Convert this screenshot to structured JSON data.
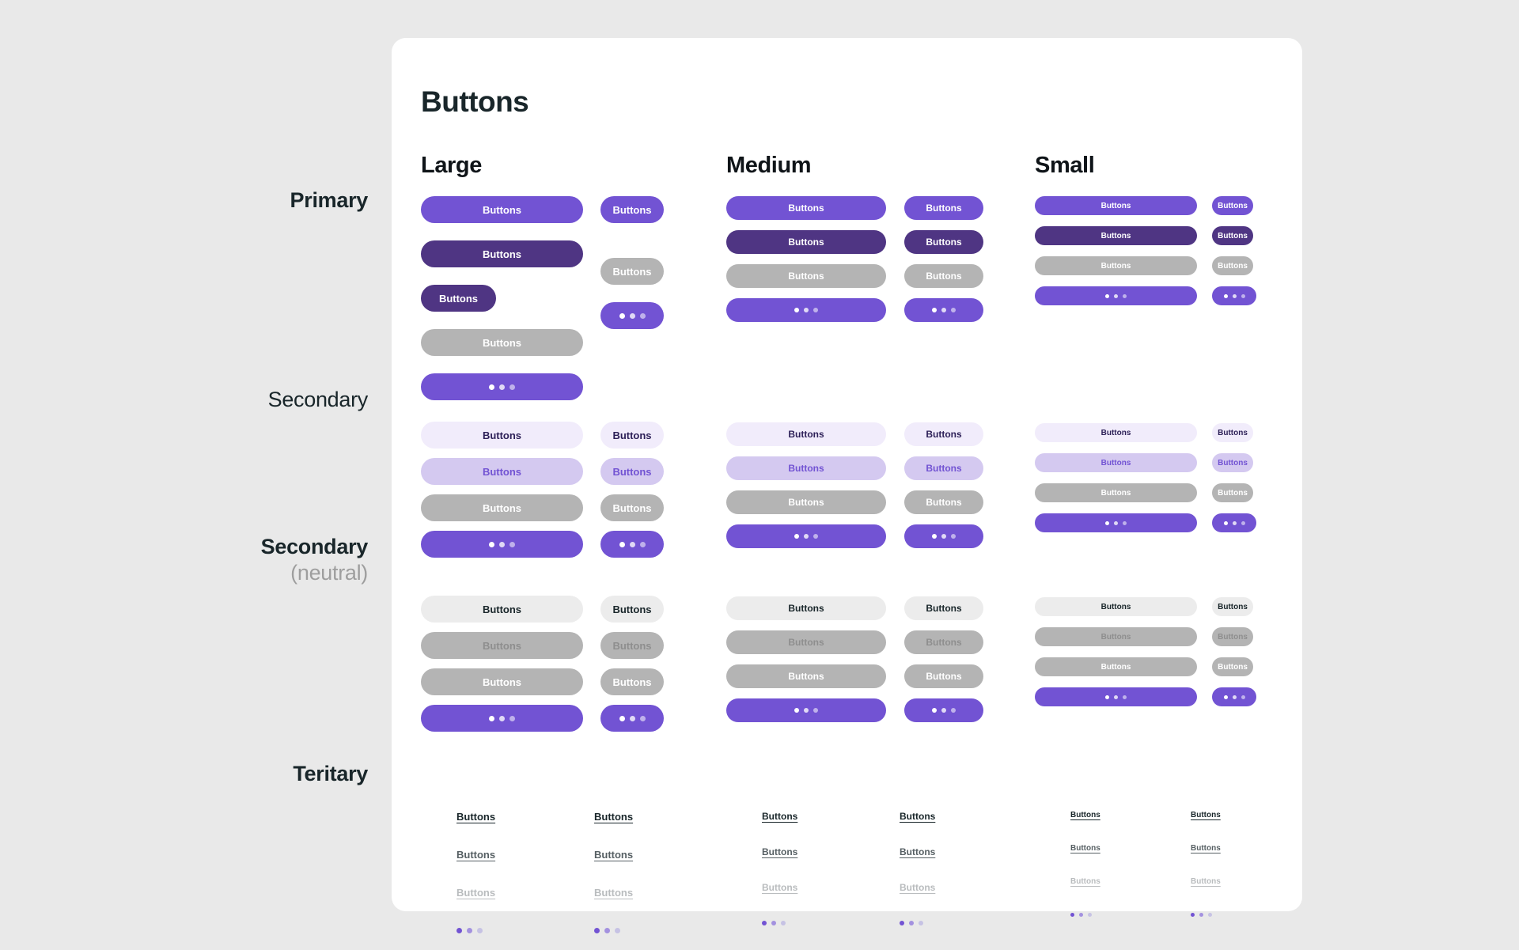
{
  "card": {
    "title": "Buttons",
    "background": "#ffffff",
    "page_background": "#e9e9e9"
  },
  "palette": {
    "primary": "#7253d3",
    "primary_dark": "#4f3583",
    "disabled_gray": "#b4b4b4",
    "secondary_light": "#f1ecfb",
    "secondary_mid": "#d4c9f0",
    "neutral_light": "#ececec",
    "neutral_mid": "#b4b4b4",
    "text_dark": "#19262a",
    "text_muted": "#9e9e9e"
  },
  "row_labels": [
    {
      "primary_line": "Primary",
      "secondary_line": ""
    },
    {
      "primary_line": "Secondary",
      "secondary_line": ""
    },
    {
      "primary_line": "Secondary",
      "secondary_line": "(neutral)"
    },
    {
      "primary_line": "Teritary",
      "secondary_line": ""
    }
  ],
  "size_headers": [
    {
      "label": "Large"
    },
    {
      "label": "Medium"
    },
    {
      "label": "Small"
    }
  ],
  "button_label": "Buttons",
  "groups": {
    "primary_large_wide": [
      {
        "label": "Buttons",
        "state": "default"
      },
      {
        "label": "Buttons",
        "state": "pressed"
      },
      {
        "label": "Buttons",
        "state": "pressed-compact"
      },
      {
        "label": "Buttons",
        "state": "disabled"
      },
      {
        "label": "",
        "state": "loading"
      }
    ],
    "primary_large_narrow": [
      {
        "label": "Buttons",
        "state": "default"
      },
      {
        "label": "Buttons",
        "state": "disabled"
      },
      {
        "label": "",
        "state": "loading"
      }
    ],
    "primary_medium_wide": [
      {
        "label": "Buttons",
        "state": "default"
      },
      {
        "label": "Buttons",
        "state": "pressed"
      },
      {
        "label": "Buttons",
        "state": "disabled"
      },
      {
        "label": "",
        "state": "loading"
      }
    ],
    "primary_medium_narrow": [
      {
        "label": "Buttons",
        "state": "default"
      },
      {
        "label": "Buttons",
        "state": "pressed"
      },
      {
        "label": "Buttons",
        "state": "disabled"
      },
      {
        "label": "",
        "state": "loading"
      }
    ],
    "primary_small_wide": [
      {
        "label": "Buttons",
        "state": "default"
      },
      {
        "label": "Buttons",
        "state": "pressed"
      },
      {
        "label": "Buttons",
        "state": "disabled"
      },
      {
        "label": "",
        "state": "loading"
      }
    ],
    "primary_small_narrow": [
      {
        "label": "Buttons",
        "state": "default"
      },
      {
        "label": "Buttons",
        "state": "pressed"
      },
      {
        "label": "Buttons",
        "state": "disabled"
      },
      {
        "label": "",
        "state": "loading"
      }
    ],
    "secondary_large_wide": [
      {
        "label": "Buttons",
        "state": "default"
      },
      {
        "label": "Buttons",
        "state": "pressed"
      },
      {
        "label": "Buttons",
        "state": "disabled"
      },
      {
        "label": "",
        "state": "loading"
      }
    ],
    "secondary_large_narrow": [
      {
        "label": "Buttons",
        "state": "default"
      },
      {
        "label": "Buttons",
        "state": "pressed"
      },
      {
        "label": "Buttons",
        "state": "disabled"
      },
      {
        "label": "",
        "state": "loading"
      }
    ],
    "secondary_medium_wide": [
      {
        "label": "Buttons",
        "state": "default"
      },
      {
        "label": "Buttons",
        "state": "pressed"
      },
      {
        "label": "Buttons",
        "state": "disabled"
      },
      {
        "label": "",
        "state": "loading"
      }
    ],
    "secondary_medium_narrow": [
      {
        "label": "Buttons",
        "state": "default"
      },
      {
        "label": "Buttons",
        "state": "pressed"
      },
      {
        "label": "Buttons",
        "state": "disabled"
      },
      {
        "label": "",
        "state": "loading"
      }
    ],
    "secondary_small_wide": [
      {
        "label": "Buttons",
        "state": "default"
      },
      {
        "label": "Buttons",
        "state": "pressed"
      },
      {
        "label": "Buttons",
        "state": "disabled"
      },
      {
        "label": "",
        "state": "loading"
      }
    ],
    "secondary_small_narrow": [
      {
        "label": "Buttons",
        "state": "default"
      },
      {
        "label": "Buttons",
        "state": "pressed"
      },
      {
        "label": "Buttons",
        "state": "disabled"
      },
      {
        "label": "",
        "state": "loading"
      }
    ],
    "neutral_large_wide": [
      {
        "label": "Buttons",
        "state": "default"
      },
      {
        "label": "Buttons",
        "state": "pressed"
      },
      {
        "label": "Buttons",
        "state": "disabled"
      },
      {
        "label": "",
        "state": "loading"
      }
    ],
    "neutral_large_narrow": [
      {
        "label": "Buttons",
        "state": "default"
      },
      {
        "label": "Buttons",
        "state": "pressed"
      },
      {
        "label": "Buttons",
        "state": "disabled"
      },
      {
        "label": "",
        "state": "loading"
      }
    ],
    "neutral_medium_wide": [
      {
        "label": "Buttons",
        "state": "default"
      },
      {
        "label": "Buttons",
        "state": "pressed"
      },
      {
        "label": "Buttons",
        "state": "disabled"
      },
      {
        "label": "",
        "state": "loading"
      }
    ],
    "neutral_medium_narrow": [
      {
        "label": "Buttons",
        "state": "default"
      },
      {
        "label": "Buttons",
        "state": "pressed"
      },
      {
        "label": "Buttons",
        "state": "disabled"
      },
      {
        "label": "",
        "state": "loading"
      }
    ],
    "neutral_small_wide": [
      {
        "label": "Buttons",
        "state": "default"
      },
      {
        "label": "Buttons",
        "state": "pressed"
      },
      {
        "label": "Buttons",
        "state": "disabled"
      },
      {
        "label": "",
        "state": "loading"
      }
    ],
    "neutral_small_narrow": [
      {
        "label": "Buttons",
        "state": "default"
      },
      {
        "label": "Buttons",
        "state": "pressed"
      },
      {
        "label": "Buttons",
        "state": "disabled"
      },
      {
        "label": "",
        "state": "loading"
      }
    ],
    "tertiary_large_a": [
      {
        "label": "Buttons",
        "state": "default"
      },
      {
        "label": "Buttons",
        "state": "pressed"
      },
      {
        "label": "Buttons",
        "state": "disabled"
      },
      {
        "label": "",
        "state": "loading"
      }
    ],
    "tertiary_large_b": [
      {
        "label": "Buttons",
        "state": "default"
      },
      {
        "label": "Buttons",
        "state": "pressed"
      },
      {
        "label": "Buttons",
        "state": "disabled"
      },
      {
        "label": "",
        "state": "loading"
      }
    ],
    "tertiary_medium_a": [
      {
        "label": "Buttons",
        "state": "default"
      },
      {
        "label": "Buttons",
        "state": "pressed"
      },
      {
        "label": "Buttons",
        "state": "disabled"
      },
      {
        "label": "",
        "state": "loading"
      }
    ],
    "tertiary_medium_b": [
      {
        "label": "Buttons",
        "state": "default"
      },
      {
        "label": "Buttons",
        "state": "pressed"
      },
      {
        "label": "Buttons",
        "state": "disabled"
      },
      {
        "label": "",
        "state": "loading"
      }
    ],
    "tertiary_small_a": [
      {
        "label": "Buttons",
        "state": "default"
      },
      {
        "label": "Buttons",
        "state": "pressed"
      },
      {
        "label": "Buttons",
        "state": "disabled"
      },
      {
        "label": "",
        "state": "loading"
      }
    ],
    "tertiary_small_b": [
      {
        "label": "Buttons",
        "state": "default"
      },
      {
        "label": "Buttons",
        "state": "pressed"
      },
      {
        "label": "Buttons",
        "state": "disabled"
      },
      {
        "label": "",
        "state": "loading"
      }
    ]
  }
}
